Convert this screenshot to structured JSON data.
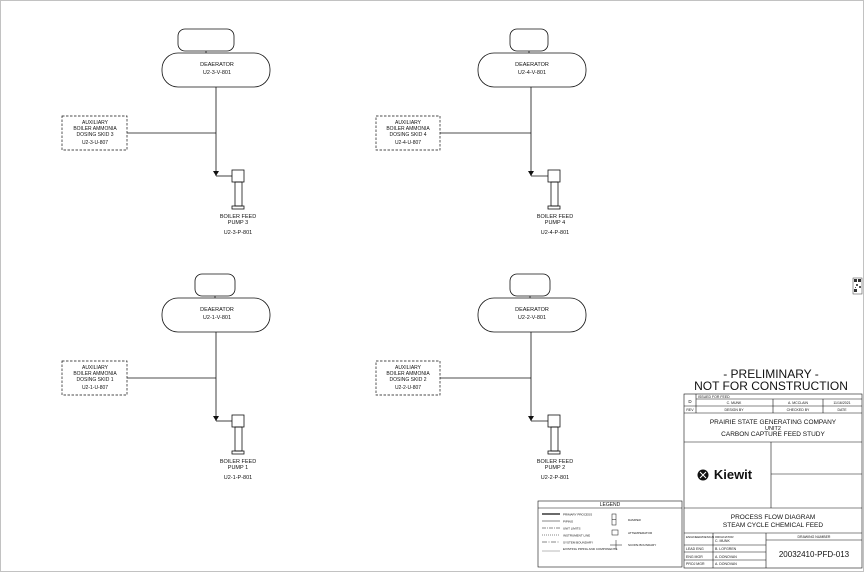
{
  "units": [
    {
      "key": "u3",
      "deaerator_label": "DEAERATOR",
      "deaerator_tag": "U2-3-V-801",
      "skid_lines": [
        "AUXILIARY",
        "BOILER AMMONIA",
        "DOSING SKID 3"
      ],
      "skid_tag": "U2-3-U-807",
      "pump_lines": [
        "BOILER FEED",
        "PUMP 3"
      ],
      "pump_tag": "U2-3-P-801"
    },
    {
      "key": "u4",
      "deaerator_label": "DEAERATOR",
      "deaerator_tag": "U2-4-V-801",
      "skid_lines": [
        "AUXILIARY",
        "BOILER AMMONIA",
        "DOSING SKID 4"
      ],
      "skid_tag": "U2-4-U-807",
      "pump_lines": [
        "BOILER FEED",
        "PUMP 4"
      ],
      "pump_tag": "U2-4-P-801"
    },
    {
      "key": "u1",
      "deaerator_label": "DEAERATOR",
      "deaerator_tag": "U2-1-V-801",
      "skid_lines": [
        "AUXILIARY",
        "BOILER AMMONIA",
        "DOSING SKID 1"
      ],
      "skid_tag": "U2-1-U-807",
      "pump_lines": [
        "BOILER FEED",
        "PUMP 1"
      ],
      "pump_tag": "U2-1-P-801"
    },
    {
      "key": "u2",
      "deaerator_label": "DEAERATOR",
      "deaerator_tag": "U2-2-V-801",
      "skid_lines": [
        "AUXILIARY",
        "BOILER AMMONIA",
        "DOSING SKID 2"
      ],
      "skid_tag": "U2-2-U-807",
      "pump_lines": [
        "BOILER FEED",
        "PUMP 2"
      ],
      "pump_tag": "U2-2-P-801"
    }
  ],
  "stamp": {
    "line1": "- PRELIMINARY -",
    "line2": "NOT FOR CONSTRUCTION"
  },
  "title_block": {
    "rev_row": {
      "rev": "D",
      "desc": "ISSUED FOR FEED",
      "designer": "C. MUNK",
      "checker": "A. MCCLAIN",
      "date": "11/16/2021"
    },
    "rev_headers": {
      "rev": "REV",
      "design": "DESIGN BY",
      "check": "CHECKED BY",
      "date": "DATE"
    },
    "company": "PRAIRIE STATE GENERATING COMPANY",
    "unit": "UNIT2",
    "study": "CARBON CAPTURE FEED STUDY",
    "logo_text": "Kiewit",
    "drawing_title1": "PROCESS FLOW DIAGRAM",
    "drawing_title2": "STEAM CYCLE CHEMICAL FEED",
    "roles": [
      {
        "role": "ENGINEER/DESIGN ORIGINATOR",
        "name": "C. MUNK"
      },
      {
        "role": "LEAD ENG",
        "name": "B. LOFGREN"
      },
      {
        "role": "ENG MGR",
        "name": "A. DONOVAN"
      },
      {
        "role": "PROJ MGR",
        "name": "A. DONOVAN"
      }
    ],
    "drawing_number_label": "DRAWING NUMBER",
    "drawing_number": "20032410-PFD-013"
  },
  "legend": {
    "title": "LEGEND",
    "left": [
      "PRIMARY PROCESS",
      "PIPING",
      "UNIT LIMITS",
      "INSTRUMENT LINE",
      "SYSTEM BOUNDARY",
      "EXISTING PIPING AND COMPONENTS"
    ],
    "right": [
      "DAMPER",
      "ATTEMPERATOR",
      "SCOPE BOUNDARY"
    ]
  }
}
